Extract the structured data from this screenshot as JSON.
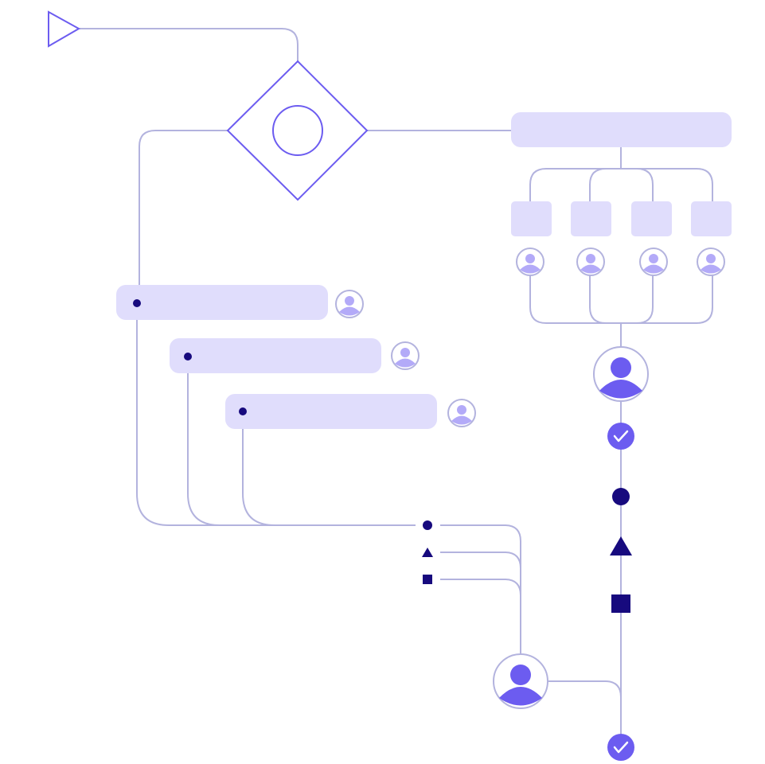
{
  "diagram": {
    "type": "workflow",
    "colors": {
      "connector": "#b3b3de",
      "outline_accent": "#6c5cf0",
      "block_fill": "#e0ddfc",
      "marker_dark": "#170a7e",
      "avatar_small": "#b3aaf8",
      "avatar_large": "#6c5cf0",
      "check_fill": "#6c5cf0"
    },
    "nodes": {
      "start": {
        "shape": "triangle",
        "icon": "play-icon"
      },
      "gateway": {
        "shape": "diamond-with-circle",
        "icon": "gateway-icon"
      },
      "top_bar": {
        "shape": "rounded-rect",
        "label": ""
      },
      "branch_blocks": [
        {
          "label": ""
        },
        {
          "label": ""
        },
        {
          "label": ""
        },
        {
          "label": ""
        }
      ],
      "branch_avatars": 4,
      "task_bars": [
        {
          "label": "",
          "avatar": "user-icon"
        },
        {
          "label": "",
          "avatar": "user-icon"
        },
        {
          "label": "",
          "avatar": "user-icon"
        }
      ],
      "merge_markers": [
        "circle",
        "triangle",
        "square"
      ],
      "right_column": [
        "user-avatar-large",
        "check",
        "circle",
        "triangle",
        "square",
        "check"
      ],
      "bottom_avatar": "user-avatar-large"
    }
  }
}
